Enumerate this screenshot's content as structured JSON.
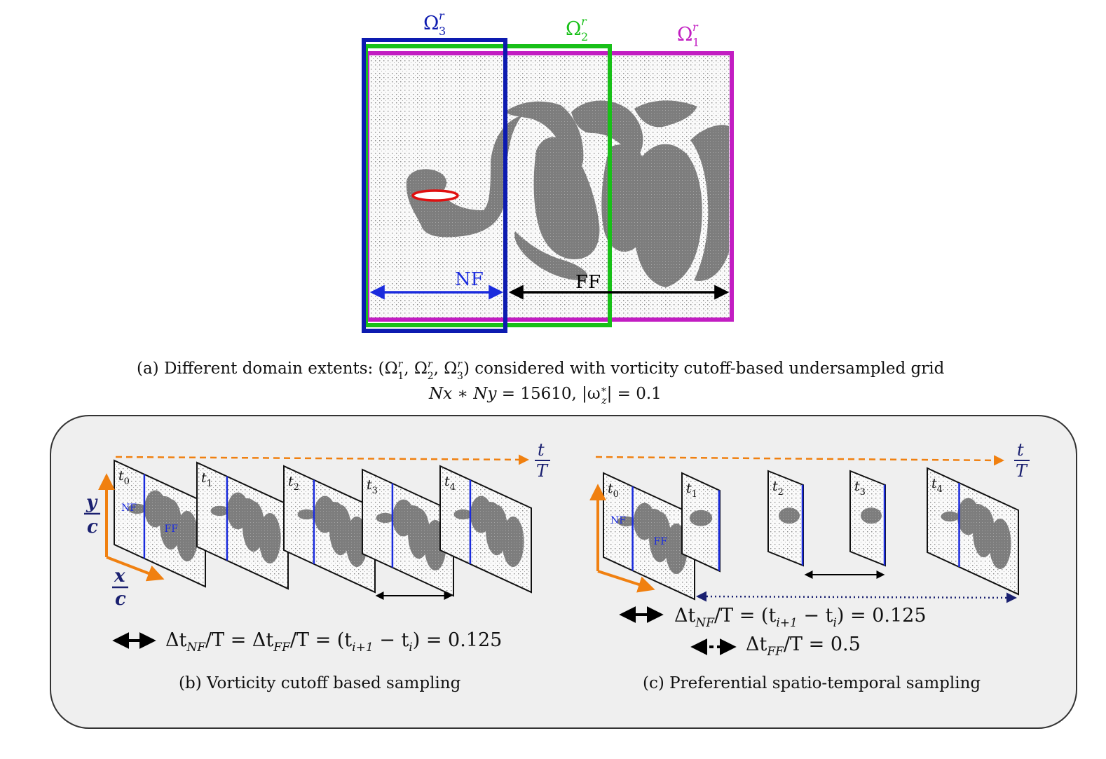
{
  "panel_a": {
    "omega3": "Ω",
    "omega2": "Ω",
    "omega1": "Ω",
    "sup": "r",
    "sub1": "1",
    "sub2": "2",
    "sub3": "3",
    "nf_label": "NF",
    "ff_label": "FF",
    "caption_line1": "(a) Different domain extents: (Ω",
    "caption_l1_b": "r",
    "caption_l1_c": "1",
    "caption_l1_d": ", Ω",
    "caption_l1_e": "r",
    "caption_l1_f": "2",
    "caption_l1_g": ", Ω",
    "caption_l1_h": "r",
    "caption_l1_i": "3",
    "caption_l1_j": ") considered with vorticity cutoff-based undersampled grid",
    "caption_line2_a": "Nx ∗ Ny",
    "caption_line2_b": " = 15610, |ω",
    "caption_line2_sup": "∗",
    "caption_line2_sub": "z",
    "caption_line2_c": "| = 0.1",
    "colors": {
      "omega1": "#c21dc2",
      "omega2": "#18c018",
      "omega3": "#0d1bb0",
      "nf": "#1a2bdd",
      "ff": "#000000",
      "airfoil": "#e01010"
    }
  },
  "panel_b": {
    "axis_y_num": "y",
    "axis_y_den": "c",
    "axis_x_num": "x",
    "axis_x_den": "c",
    "t_num": "t",
    "t_den": "T",
    "frames": [
      "t",
      "t",
      "t",
      "t",
      "t"
    ],
    "frame_subs": [
      "0",
      "1",
      "2",
      "3",
      "4"
    ],
    "nf": "NF",
    "ff": "FF",
    "equation": "Δt",
    "eq_sub1": "NF",
    "eq_mid": "/T = Δt",
    "eq_sub2": "FF",
    "eq_end": "/T = (t",
    "eq_sub3": "i+1",
    "eq_end2": " − t",
    "eq_sub4": "i",
    "eq_end3": ") = 0.125",
    "caption": "(b) Vorticity cutoff based sampling"
  },
  "panel_c": {
    "t_num": "t",
    "t_den": "T",
    "frames": [
      "t",
      "t",
      "t",
      "t",
      "t"
    ],
    "frame_subs": [
      "0",
      "1",
      "2",
      "3",
      "4"
    ],
    "nf": "NF",
    "ff": "FF",
    "eq1_a": "Δt",
    "eq1_sub": "NF",
    "eq1_b": "/T = (t",
    "eq1_sub2": "i+1",
    "eq1_c": " − t",
    "eq1_sub3": "i",
    "eq1_d": ") = 0.125",
    "eq2_a": "Δt",
    "eq2_sub": "FF",
    "eq2_b": "/T = 0.5",
    "caption": "(c) Preferential  spatio-temporal sampling"
  },
  "colors": {
    "orange": "#f08010",
    "blue_line": "#1a2bdd",
    "dark_blue": "#1a2070",
    "panel_bg": "#efefef"
  }
}
